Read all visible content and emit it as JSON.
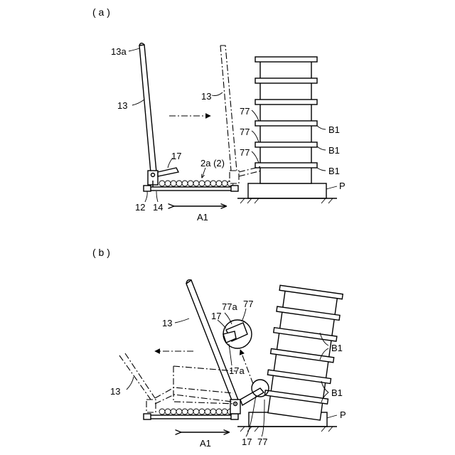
{
  "panel_a": {
    "panel_label": "( a )",
    "labels": {
      "l13a": "13a",
      "l13": "13",
      "l13_ghost": "13",
      "l17": "17",
      "l2a": "2a (2)",
      "l77_1": "77",
      "l77_2": "77",
      "l77_3": "77",
      "lB1_1": "B1",
      "lB1_2": "B1",
      "lB1_3": "B1",
      "lP": "P",
      "l12": "12",
      "l14": "14",
      "lA1": "A1"
    }
  },
  "panel_b": {
    "panel_label": "( b )",
    "labels": {
      "l13_top": "13",
      "l13_left": "13",
      "l17_top": "17",
      "l77a": "77a",
      "l77_top": "77",
      "l17a": "17a",
      "lB1_1": "B1",
      "lB1_2": "B1",
      "lP": "P",
      "l17_bot": "17",
      "l77_bot": "77",
      "lA1": "A1"
    }
  }
}
